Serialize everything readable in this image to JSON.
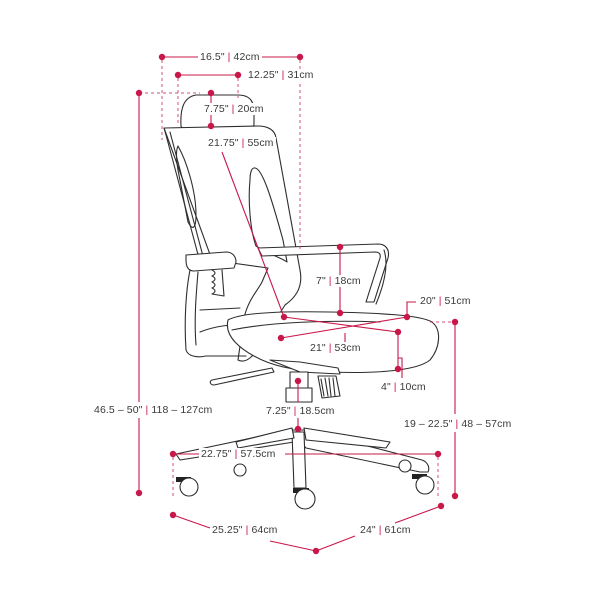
{
  "diagram": {
    "subject": "Office chair dimensions",
    "accent_color": "#c8184a",
    "line_color": "#2e2e2e",
    "background": "#ffffff"
  },
  "dimensions": {
    "overall_depth": {
      "imperial": "16.5\"",
      "metric": "42cm"
    },
    "headrest_width": {
      "imperial": "12.25\"",
      "metric": "31cm"
    },
    "headrest_height": {
      "imperial": "7.75\"",
      "metric": "20cm"
    },
    "backrest_height": {
      "imperial": "21.75\"",
      "metric": "55cm"
    },
    "armrest_height": {
      "imperial": "7\"",
      "metric": "18cm"
    },
    "seat_width": {
      "imperial": "20\"",
      "metric": "51cm"
    },
    "seat_depth": {
      "imperial": "21\"",
      "metric": "53cm"
    },
    "seat_thickness": {
      "imperial": "4\"",
      "metric": "10cm"
    },
    "overall_height": {
      "imperial": "46.5 – 50\"",
      "metric": "118 – 127cm"
    },
    "gas_lift": {
      "imperial": "7.25\"",
      "metric": "18.5cm"
    },
    "seat_height": {
      "imperial": "19 – 22.5\"",
      "metric": "48 – 57cm"
    },
    "base_width": {
      "imperial": "22.75\"",
      "metric": "57.5cm"
    },
    "base_left": {
      "imperial": "25.25\"",
      "metric": "64cm"
    },
    "base_right": {
      "imperial": "24\"",
      "metric": "61cm"
    }
  },
  "separator": "|"
}
